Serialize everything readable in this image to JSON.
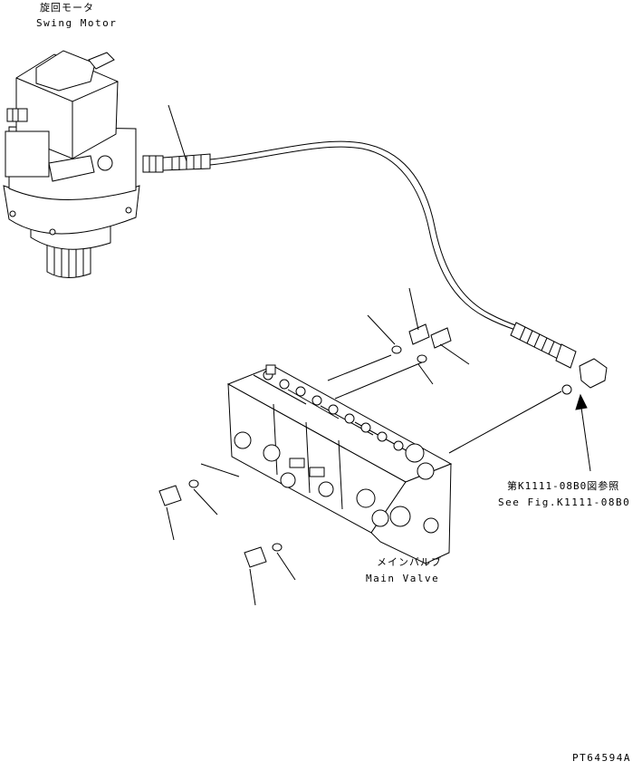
{
  "labels": {
    "swing_motor_ja": "旋回モータ",
    "swing_motor_en": "Swing Motor",
    "main_valve_ja": "メインバルブ",
    "main_valve_en": "Main Valve",
    "ref_ja": "第K1111-08B0図参照",
    "ref_en": "See Fig.K1111-08B0",
    "drawing_no": "PT64594A"
  }
}
